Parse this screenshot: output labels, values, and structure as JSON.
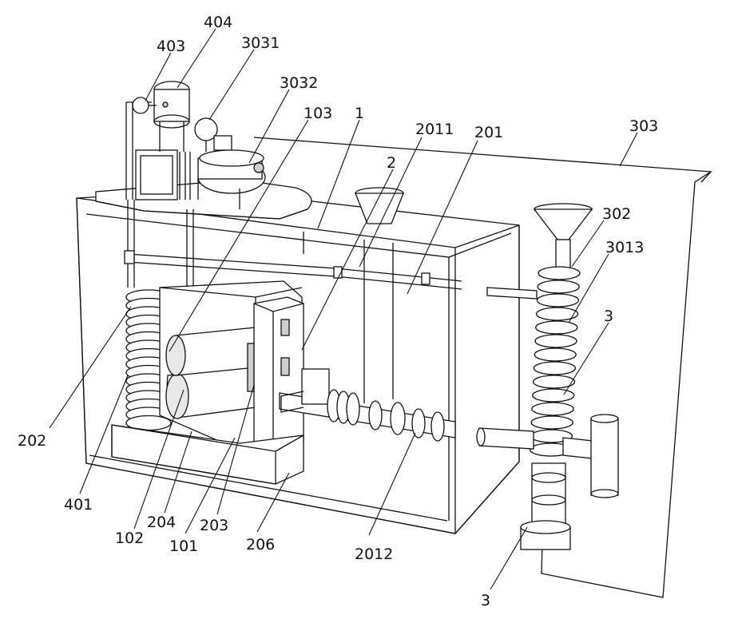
{
  "labels": {
    "l404": "404",
    "l403": "403",
    "l3031": "3031",
    "l3032": "3032",
    "l103": "103",
    "l1": "1",
    "l2011": "2011",
    "l201": "201",
    "l303": "303",
    "l2": "2",
    "l302": "302",
    "l3013": "3013",
    "l3a": "3",
    "l202": "202",
    "l401": "401",
    "l102": "102",
    "l204": "204",
    "l101": "101",
    "l203": "203",
    "l206": "206",
    "l2012": "2012",
    "l3b": "3"
  }
}
